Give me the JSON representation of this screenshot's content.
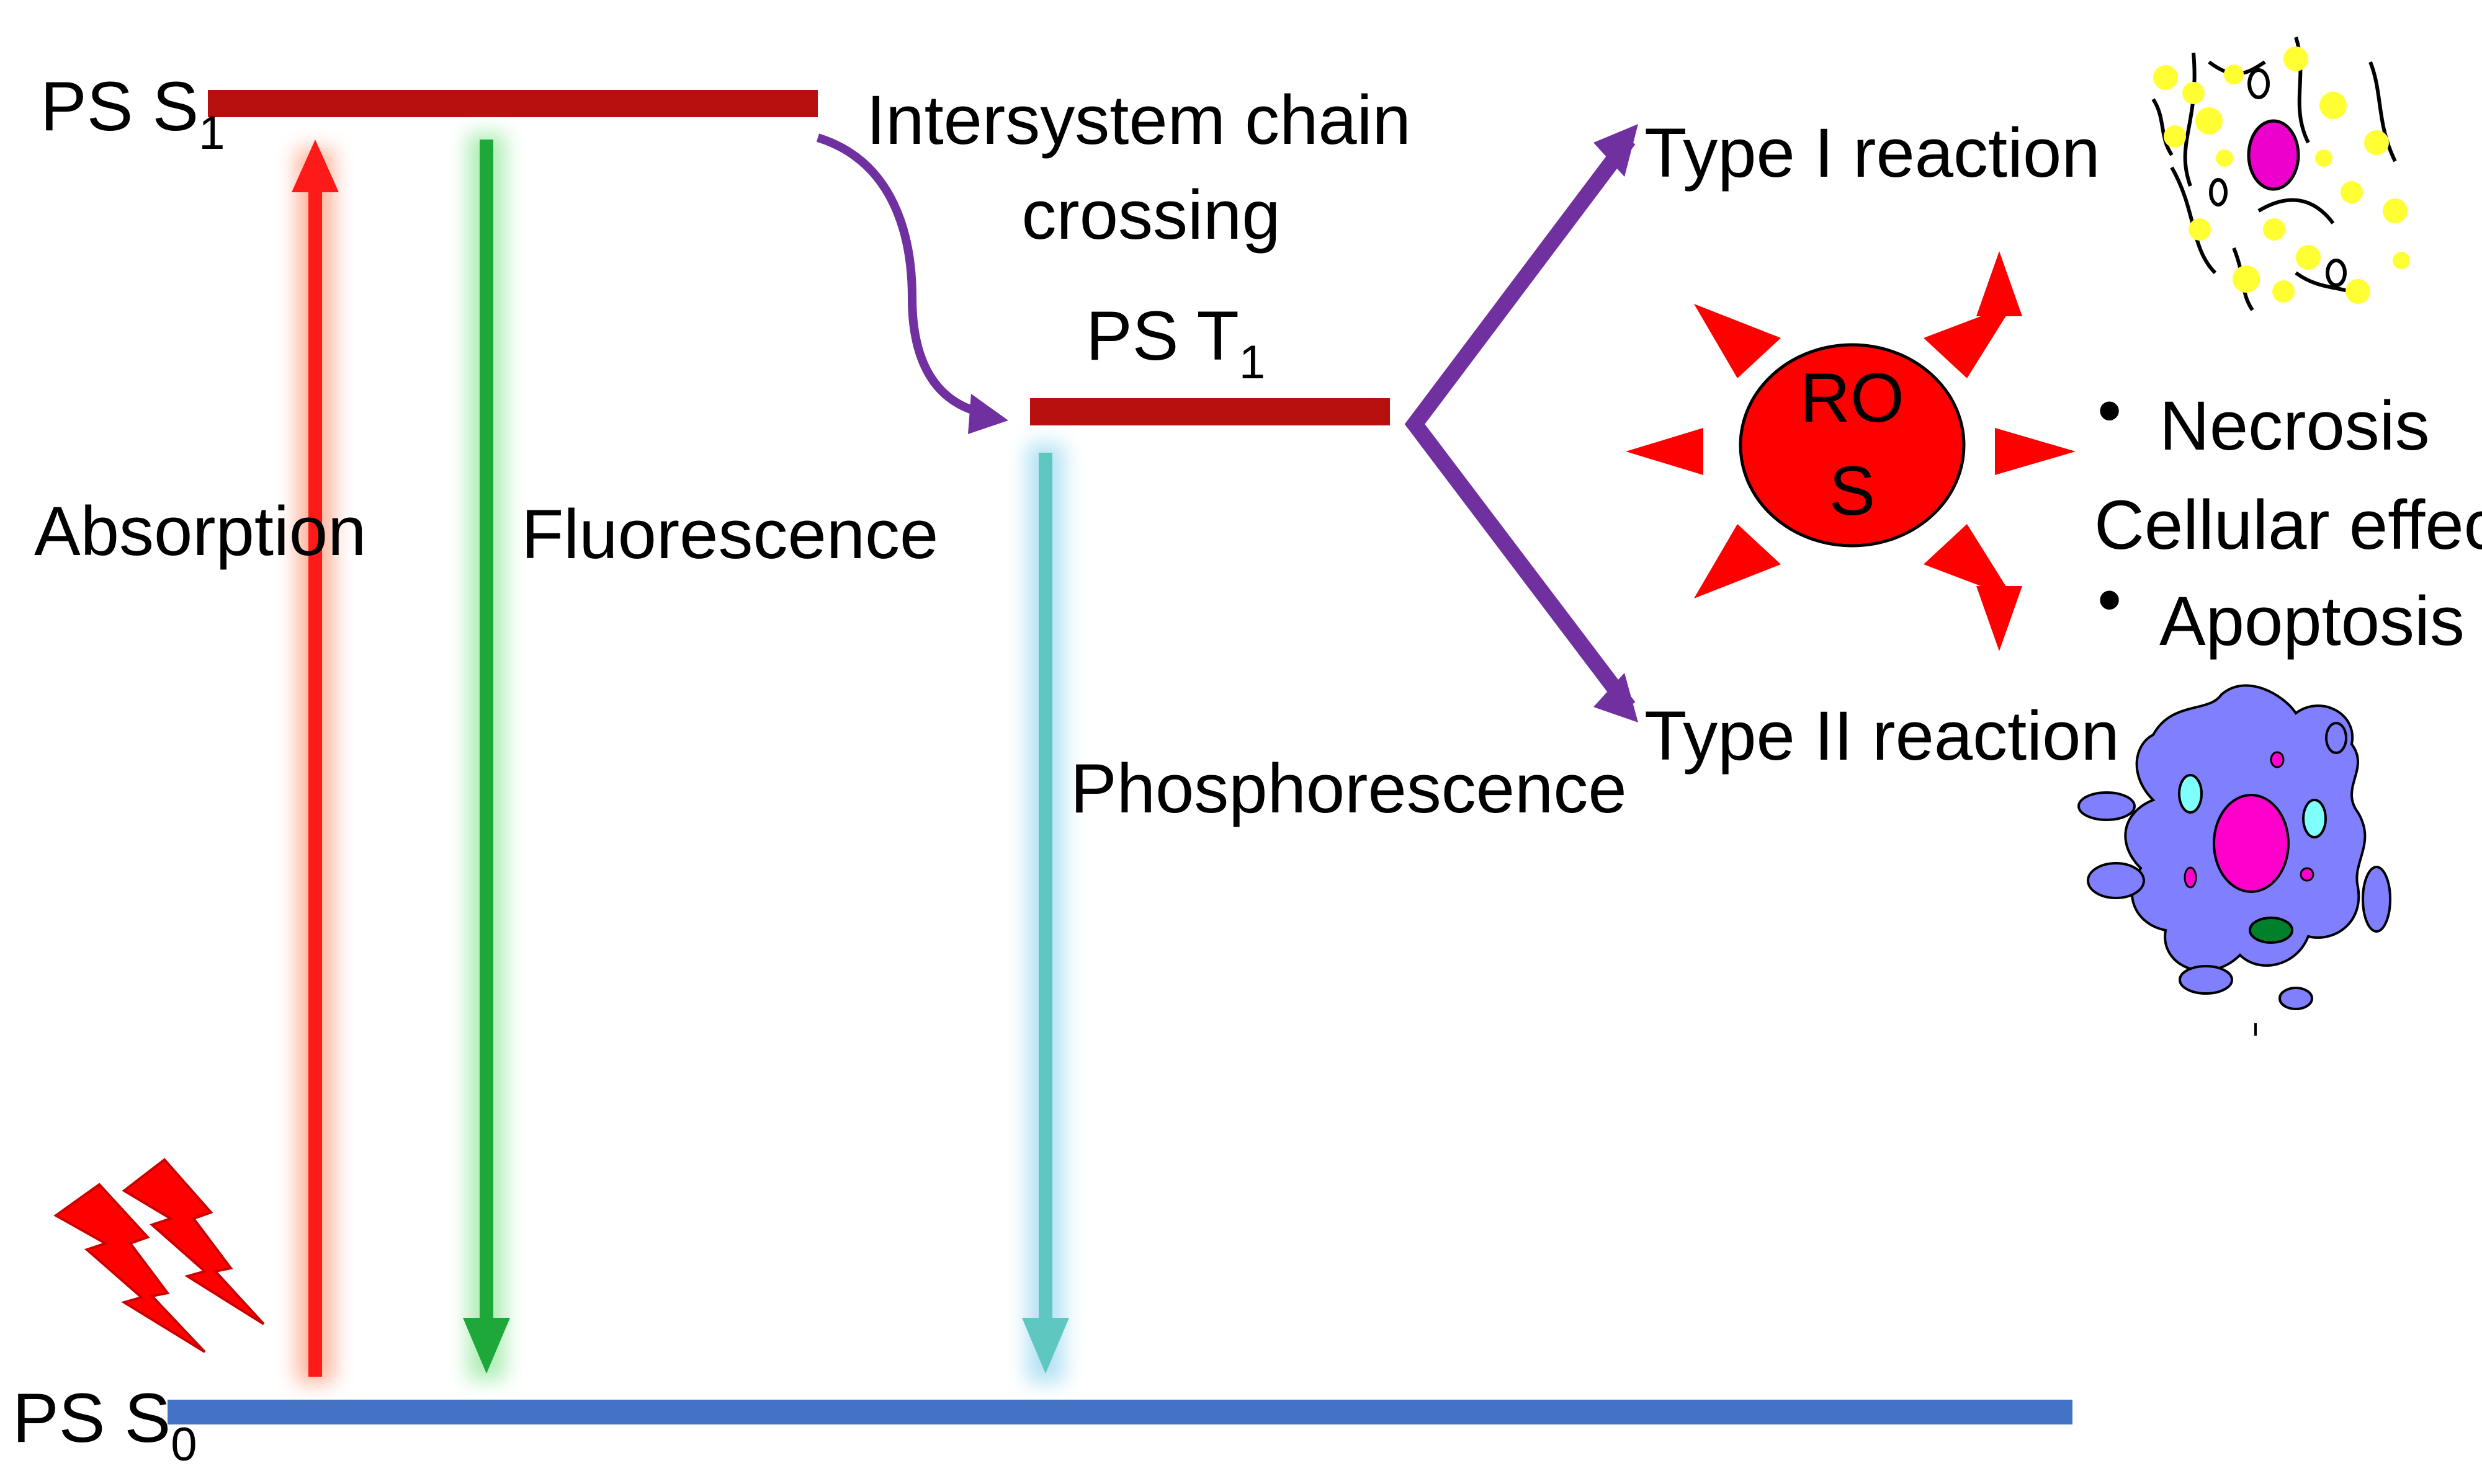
{
  "levels": {
    "s1": {
      "label": "PS S",
      "subscript": "1"
    },
    "t1": {
      "label": "PS T",
      "subscript": "1"
    },
    "s0": {
      "label": "PS S",
      "subscript": "0"
    }
  },
  "transitions": {
    "absorption": "Absorption",
    "fluorescence": "Fluorescence",
    "phosphorescence": "Phosphorescence",
    "isc_line1": "Intersystem chain",
    "isc_line2": "crossing"
  },
  "reactions": {
    "type1": "Type I reaction",
    "type2": "Type II reaction"
  },
  "ros": {
    "line1": "RO",
    "line2": "S"
  },
  "effects": {
    "necrosis": "Necrosis",
    "cellular_effects": "Cellular effects",
    "apoptosis": "Apoptosis",
    "bullet": "•"
  },
  "icons": [
    "lightning-icon",
    "ros-sun-icon",
    "necrotic-cell-icon",
    "apoptotic-cell-icon"
  ],
  "colors": {
    "singlet_level": "#b80f0f",
    "triplet_level": "#b80f0f",
    "ground_level": "#4472c4",
    "absorption": "#ff1a1a",
    "fluorescence": "#1fa83a",
    "phosphorescence": "#5ec8c0",
    "isc": "#7030a0",
    "ros": "#ff0000",
    "apoptotic_cell": "#8080ff",
    "nucleus": "#ff00cc"
  }
}
